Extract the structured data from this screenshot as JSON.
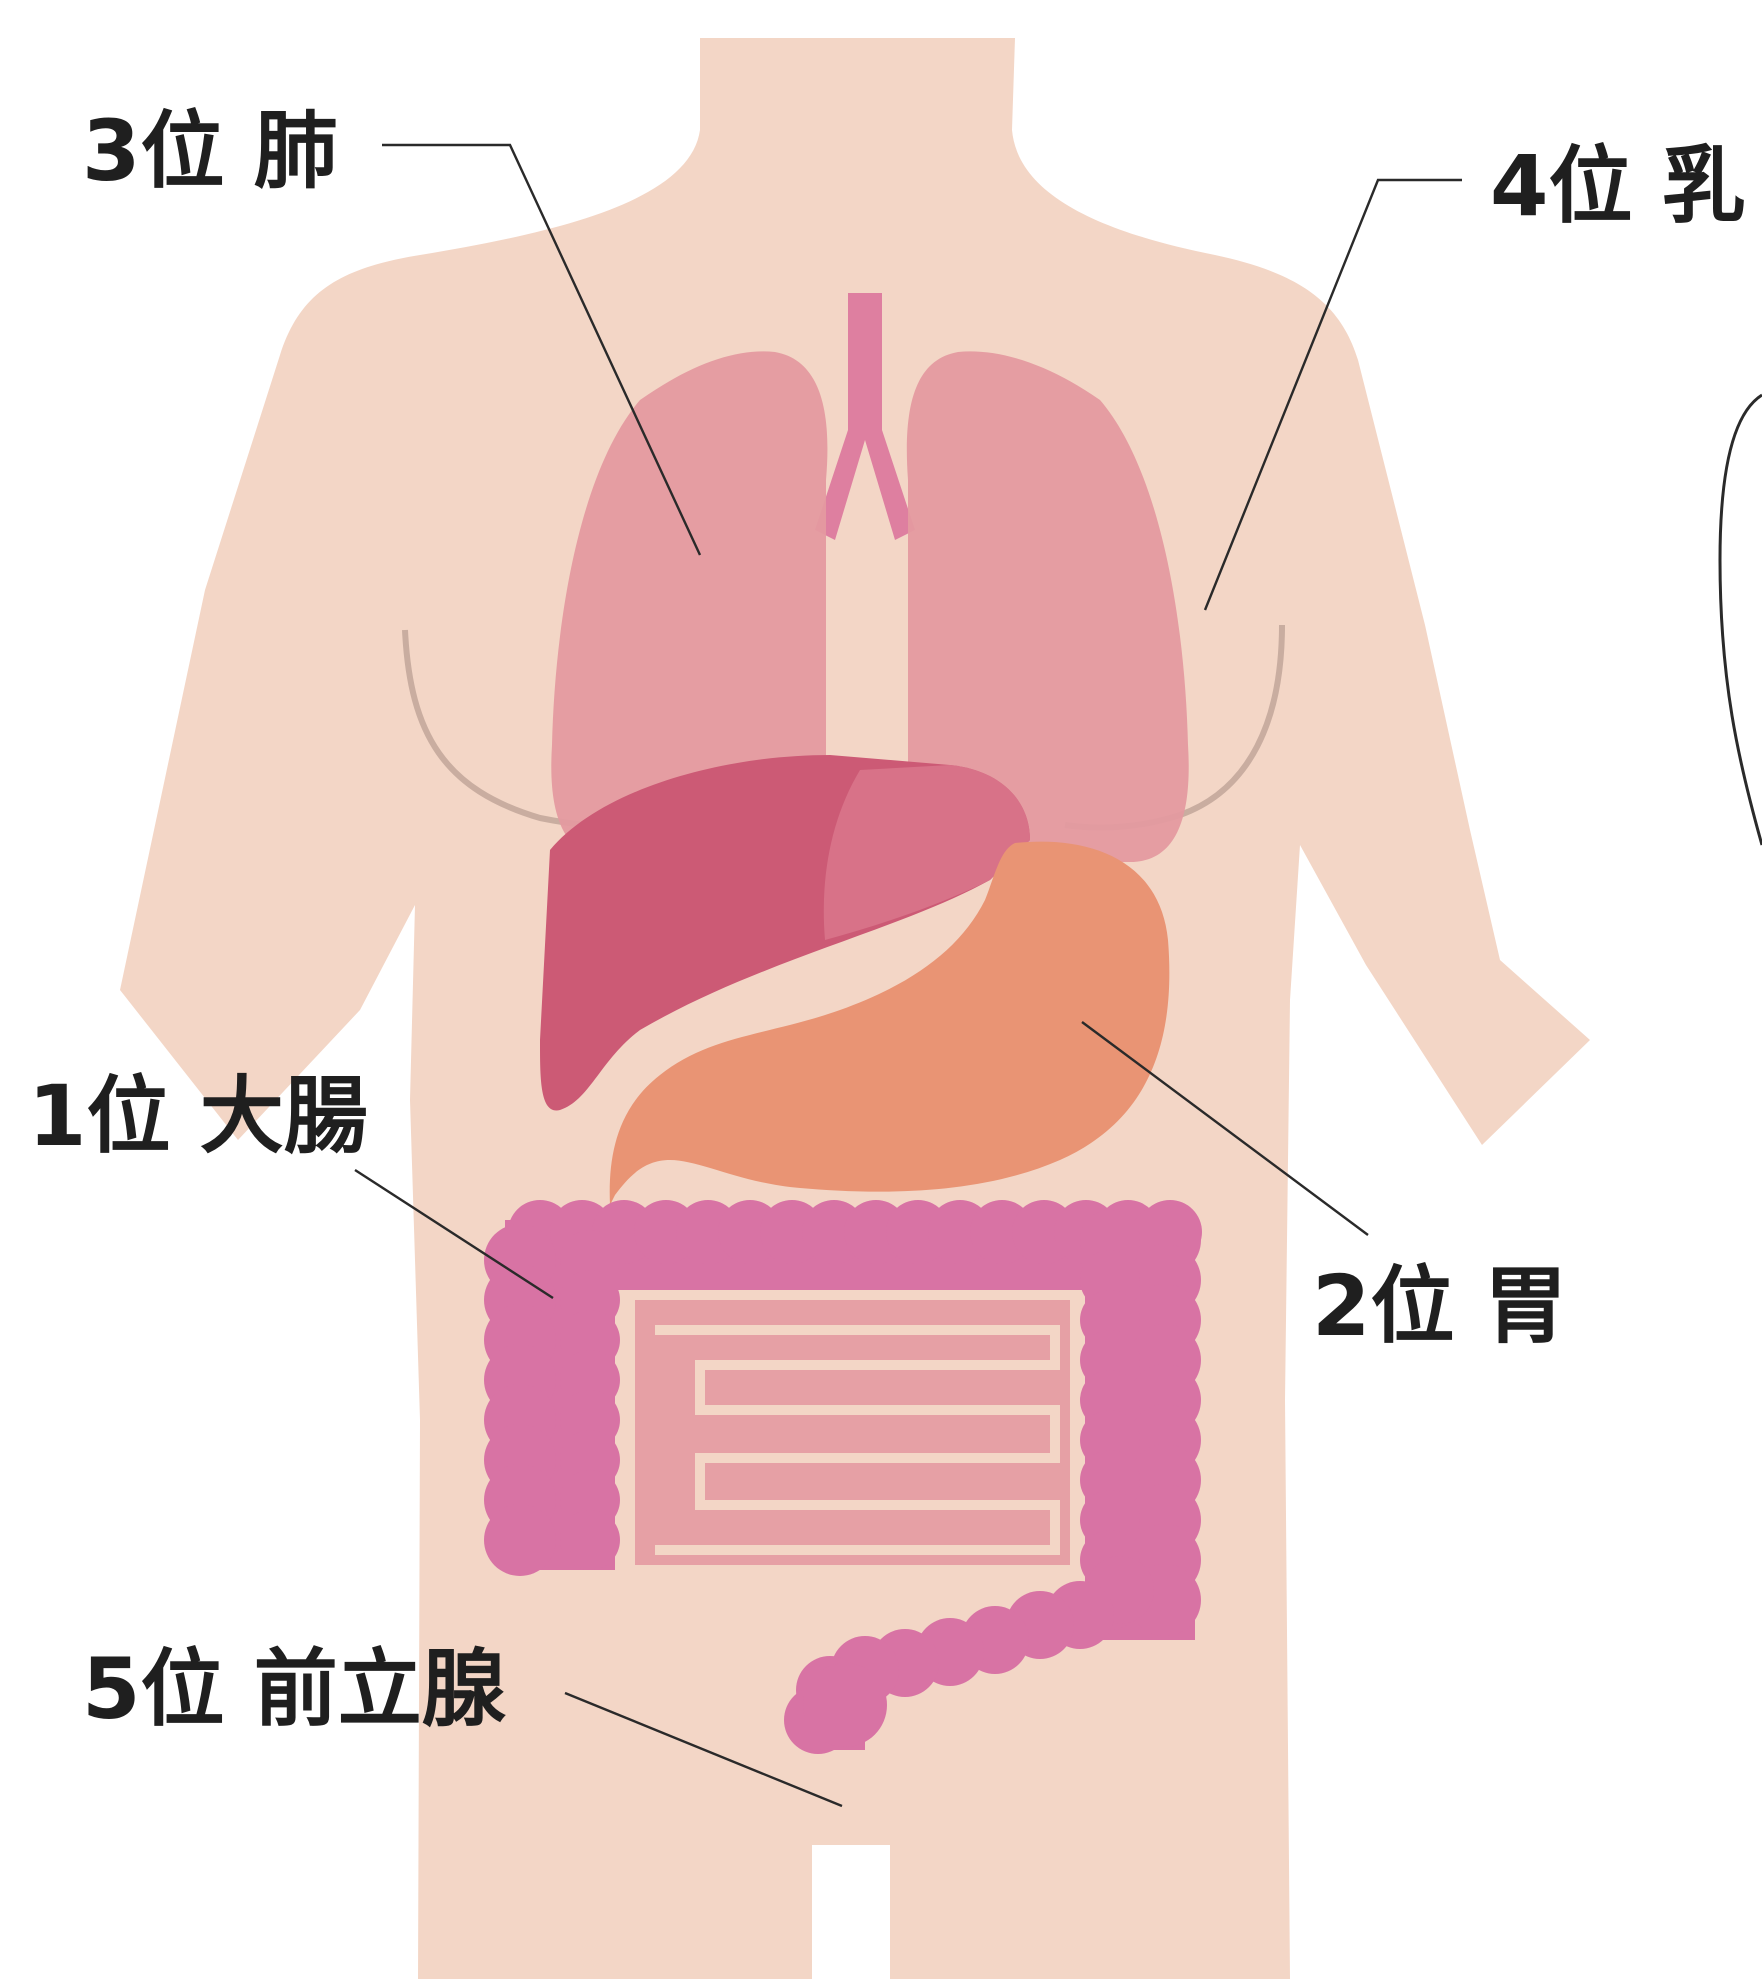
{
  "colors": {
    "background": "#ffffff",
    "skin": "#f3d6c6",
    "breast_outline": "#c9ada0",
    "lung": "#e49aa0",
    "trachea": "#de7fa0",
    "liver": "#cc5a75",
    "liver_lobe": "#d87288",
    "stomach": "#e99474",
    "large_intestine": "#d873a4",
    "small_intestine": "#e6a0a5",
    "text": "#1f1f1f",
    "leader_line": "#2a2a2a"
  },
  "labels": {
    "lung": "3位 肺",
    "breast": "4位 乳",
    "large_intestine": "1位 大腸",
    "stomach": "2位 胃",
    "prostate": "5位 前立腺"
  }
}
